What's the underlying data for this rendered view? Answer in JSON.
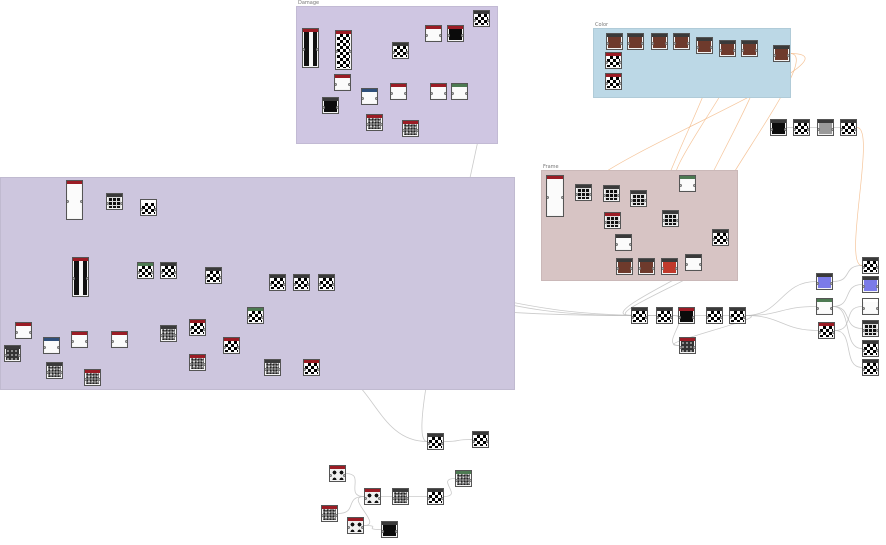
{
  "graph": {
    "frames": [
      {
        "id": "frame-upper-middle",
        "title": "Damage",
        "color": "#cfc6e2"
      },
      {
        "id": "frame-top-right",
        "title": "Color",
        "color": "#bcd8e6"
      },
      {
        "id": "frame-large-left",
        "title": "",
        "color": "#cdc6de"
      },
      {
        "id": "frame-right-middle",
        "title": "Frame",
        "color": "#d7c4c4"
      }
    ],
    "legend_colors": {
      "header_red": "#9b1c25",
      "header_dark": "#3a3a3a",
      "header_green": "#4d7a52",
      "header_blue": "#2f4f7a",
      "header_white": "#ffffff",
      "wire": "#b8b8b8",
      "wire_orange": "#f2b27a"
    }
  }
}
